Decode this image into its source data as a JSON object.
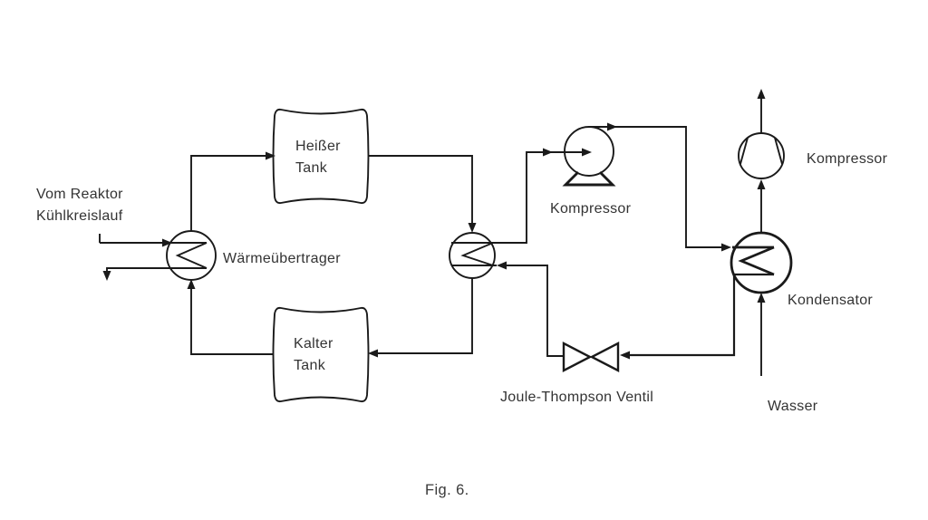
{
  "figure": {
    "caption": "Fig. 6.",
    "colors": {
      "background": "#ffffff",
      "line": "#1a1a1a",
      "text": "#333333"
    }
  },
  "labels": {
    "reactor_source_line1": "Vom Reaktor",
    "reactor_source_line2": "Kühlkreislauf",
    "heat_exchanger": "Wärmeübertrager",
    "hot_tank_line1": "Heißer",
    "hot_tank_line2": "Tank",
    "cold_tank_line1": "Kalter",
    "cold_tank_line2": "Tank",
    "compressor_mid": "Kompressor",
    "compressor_top": "Kompressor",
    "jt_valve": "Joule-Thompson Ventil",
    "condenser": "Kondensator",
    "water": "Wasser"
  }
}
